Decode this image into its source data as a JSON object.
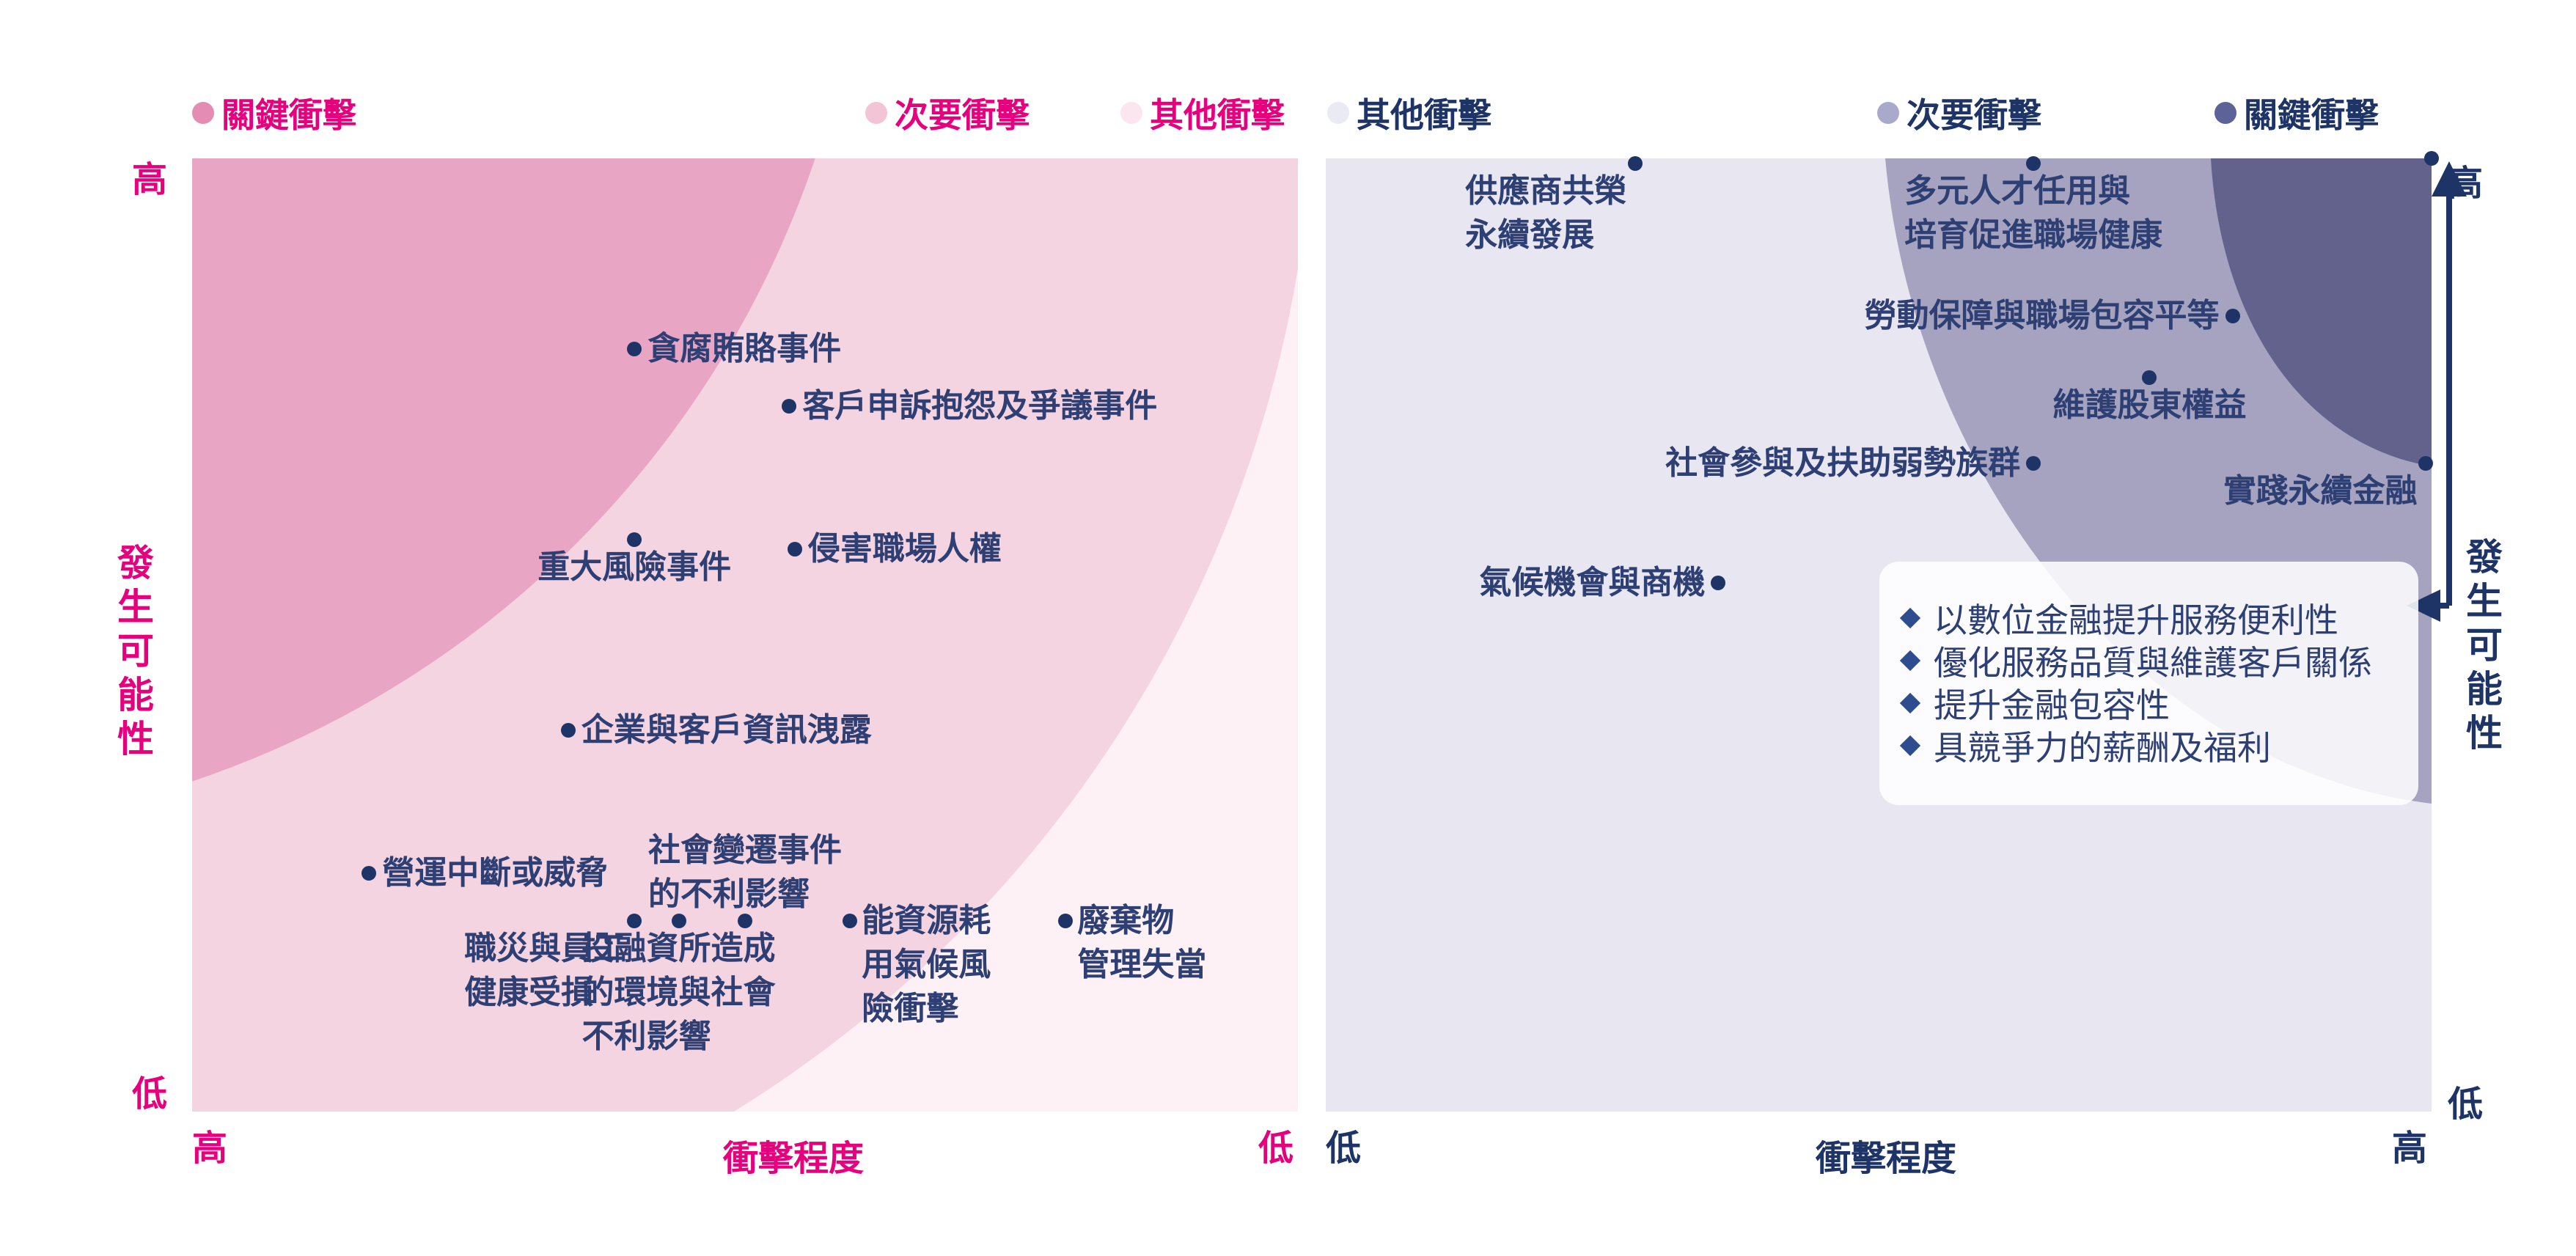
{
  "chart_data": [
    {
      "type": "scatter",
      "xlabel": "衝擊程度",
      "ylabel": "發生可能性",
      "x_tick_labels": {
        "left": "高",
        "right": "低"
      },
      "y_tick_labels": {
        "top": "高",
        "bottom": "低"
      },
      "axis_ranges": {
        "x": [
          0,
          1
        ],
        "y": [
          0,
          1
        ]
      },
      "grid": false,
      "legend": [
        {
          "name": "關鍵衝擊",
          "color": "#e48cb3"
        },
        {
          "name": "次要衝擊",
          "color": "#f3c4d6"
        },
        {
          "name": "其他衝擊",
          "color": "#fbe5ee"
        }
      ],
      "zone_colors": {
        "critical": "#e8a6c4",
        "secondary": "#f5d4e2",
        "other": "#fdf1f5"
      },
      "colors": {
        "label": "#e6007e",
        "text": "#2e3f74",
        "marker": "#1e3466"
      },
      "points": [
        {
          "label": [
            "貪腐賄賂事件"
          ],
          "x": 0.4,
          "y": 0.8,
          "anchor": "right"
        },
        {
          "label": [
            "客戶申訴抱怨及爭議事件"
          ],
          "x": 0.54,
          "y": 0.74,
          "anchor": "right"
        },
        {
          "label": [
            "重大風險事件"
          ],
          "x": 0.4,
          "y": 0.6,
          "anchor": "below"
        },
        {
          "label": [
            "侵害職場人權"
          ],
          "x": 0.545,
          "y": 0.59,
          "anchor": "right"
        },
        {
          "label": [
            "企業與客戶資訊洩露"
          ],
          "x": 0.34,
          "y": 0.4,
          "anchor": "right"
        },
        {
          "label": [
            "營運中斷或威脅"
          ],
          "x": 0.16,
          "y": 0.25,
          "anchor": "right"
        },
        {
          "label": [
            "職災與員工",
            "健康受損"
          ],
          "x": 0.4,
          "y": 0.2,
          "anchor": "below-left"
        },
        {
          "label": [
            "投融資所造成",
            "的環境與社會",
            "不利影響"
          ],
          "x": 0.44,
          "y": 0.2,
          "anchor": "below"
        },
        {
          "label": [
            "社會變遷事件",
            "的不利影響"
          ],
          "x": 0.5,
          "y": 0.2,
          "anchor": "above"
        },
        {
          "label": [
            "能資源耗",
            "用氣候風",
            "險衝擊"
          ],
          "x": 0.595,
          "y": 0.2,
          "anchor": "right-down"
        },
        {
          "label": [
            "廢棄物",
            "管理失當"
          ],
          "x": 0.79,
          "y": 0.2,
          "anchor": "right-down"
        }
      ]
    },
    {
      "type": "scatter",
      "xlabel": "衝擊程度",
      "ylabel": "發生可能性",
      "x_tick_labels": {
        "left": "低",
        "right": "高"
      },
      "y_tick_labels": {
        "top": "高",
        "bottom": "低"
      },
      "axis_ranges": {
        "x": [
          0,
          1
        ],
        "y": [
          0,
          1
        ]
      },
      "grid": false,
      "legend": [
        {
          "name": "其他衝擊",
          "color": "#e9eaf4"
        },
        {
          "name": "次要衝擊",
          "color": "#a9aacb"
        },
        {
          "name": "關鍵衝擊",
          "color": "#5d6399"
        }
      ],
      "zone_colors": {
        "critical": "#62628d",
        "secondary": "#a5a3bf",
        "other": "#e8e7f1"
      },
      "colors": {
        "label": "#1e3466",
        "text": "#2e3f74",
        "marker": "#1e3466"
      },
      "points": [
        {
          "label": [
            "供應商共榮",
            "永續發展"
          ],
          "x": 0.28,
          "y": 0.995,
          "anchor": "below-left"
        },
        {
          "label": [
            "多元人才任用與",
            "培育促進職場健康"
          ],
          "x": 0.64,
          "y": 0.995,
          "anchor": "below"
        },
        {
          "label": [
            "高"
          ],
          "x": 1.0,
          "y": 1.0,
          "anchor": "none"
        },
        {
          "label": [
            "勞動保障與職場包容平等"
          ],
          "x": 0.82,
          "y": 0.835,
          "anchor": "left"
        },
        {
          "label": [
            "維護股東權益"
          ],
          "x": 0.745,
          "y": 0.77,
          "anchor": "below"
        },
        {
          "label": [
            "社會參與及扶助弱勢族群"
          ],
          "x": 0.64,
          "y": 0.68,
          "anchor": "left"
        },
        {
          "label": [
            "實踐永續金融"
          ],
          "x": 0.995,
          "y": 0.68,
          "anchor": "below-left"
        },
        {
          "label": [
            "氣候機會與商機"
          ],
          "x": 0.355,
          "y": 0.555,
          "anchor": "left"
        }
      ],
      "notes": [
        "以數位金融提升服務便利性",
        "優化服務品質與維護客戶關係",
        "提升金融包容性",
        "具競爭力的薪酬及福利"
      ]
    }
  ]
}
